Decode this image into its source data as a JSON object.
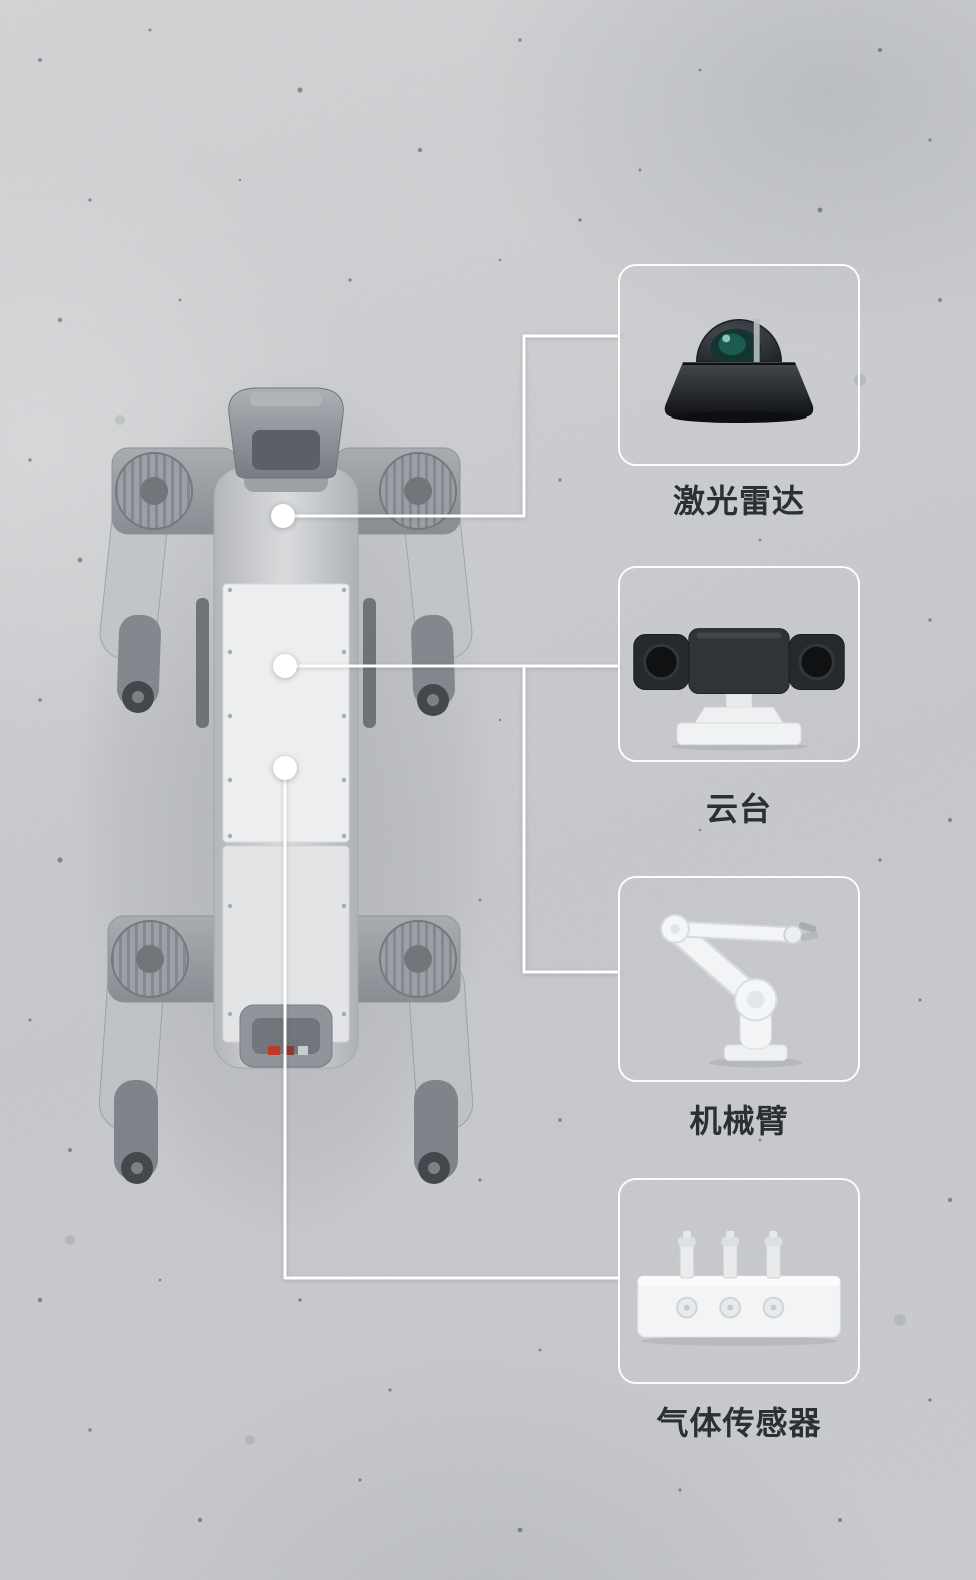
{
  "scene": {
    "background_color": "#c9cbce",
    "callout_line_color": "#ffffff",
    "label_color": "#2c3033",
    "subject": "quadruped-robot-top-view"
  },
  "callouts": [
    {
      "id": "lidar",
      "label": "激光雷达",
      "icon": "lidar-sensor-icon"
    },
    {
      "id": "gimbal",
      "label": "云台",
      "icon": "gimbal-camera-icon"
    },
    {
      "id": "arm",
      "label": "机械臂",
      "icon": "robotic-arm-icon"
    },
    {
      "id": "gas",
      "label": "气体传感器",
      "icon": "gas-sensor-icon"
    }
  ]
}
